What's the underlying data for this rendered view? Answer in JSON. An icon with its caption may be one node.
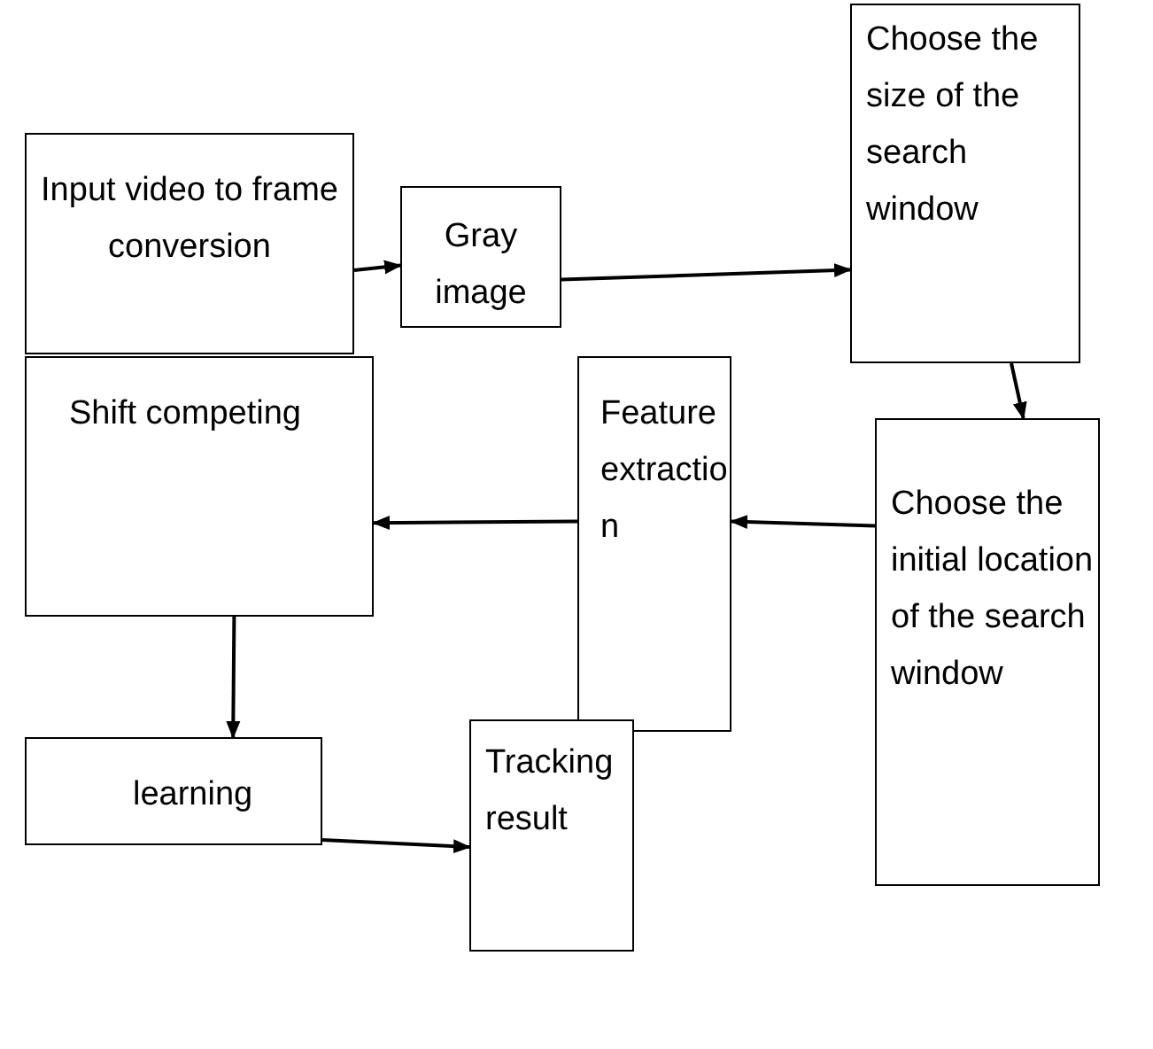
{
  "diagram": {
    "nodes": [
      {
        "text": [
          "Input video to frame conversion"
        ]
      },
      {
        "text": [
          "Gray image"
        ]
      },
      {
        "text": [
          "Choose the size of the search window"
        ]
      },
      {
        "text": [
          "Choose the initial location of the search window"
        ]
      },
      {
        "text": [
          "Feature extraction"
        ]
      },
      {
        "text": [
          "Shift competing"
        ]
      },
      {
        "text": [
          "learning"
        ]
      },
      {
        "text": [
          "Tracking result"
        ]
      }
    ],
    "edges": [
      {
        "from": 0,
        "to": 1,
        "arrow": "to"
      },
      {
        "from": 1,
        "to": 2,
        "arrow": "to"
      },
      {
        "from": 2,
        "to": 3,
        "arrow": "to"
      },
      {
        "from": 3,
        "to": 4,
        "arrow": "to"
      },
      {
        "from": 4,
        "to": 5,
        "arrow": "to"
      },
      {
        "from": 5,
        "to": 6,
        "arrow": "to"
      },
      {
        "from": 6,
        "to": 7,
        "arrow": "to"
      }
    ]
  }
}
